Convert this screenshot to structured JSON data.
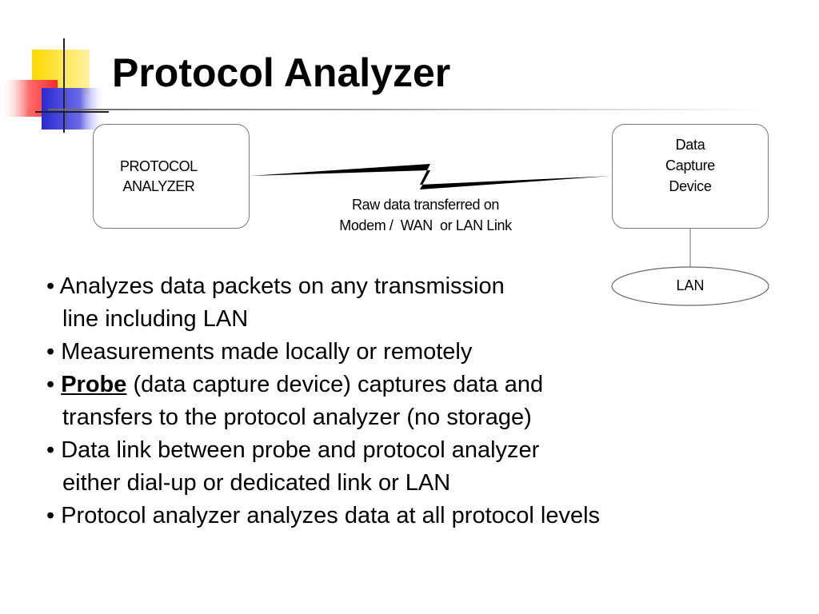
{
  "slide": {
    "title": "Protocol Analyzer"
  },
  "diagram": {
    "analyzer_label": "PROTOCOL\n ANALYZER",
    "capture_device_label": "Data\nCapture\nDevice",
    "link_label": "Raw data transferred on\nModem /  WAN  or LAN Link",
    "lan_label": "LAN"
  },
  "bullets": [
    {
      "bullet": "•",
      "line1": "Analyzes data packets on any transmission",
      "line2": "line including LAN"
    },
    {
      "bullet": "•",
      "line1": "Measurements made locally or remotely"
    },
    {
      "bullet": "•",
      "emphasis": "Probe",
      "line1_rest": " (data capture device) captures data and",
      "line2": "transfers to the protocol analyzer (no storage)"
    },
    {
      "bullet": "•",
      "line1": "Data link between probe and protocol analyzer",
      "line2": "either dial-up or dedicated link or LAN"
    },
    {
      "bullet": "•",
      "line1": "Protocol analyzer analyzes data at all protocol levels"
    }
  ],
  "colors": {
    "deco_yellow": "#ffcc00",
    "deco_red": "#ff3b3b",
    "deco_blue": "#3333cc",
    "box_border": "#7a7a7a"
  }
}
